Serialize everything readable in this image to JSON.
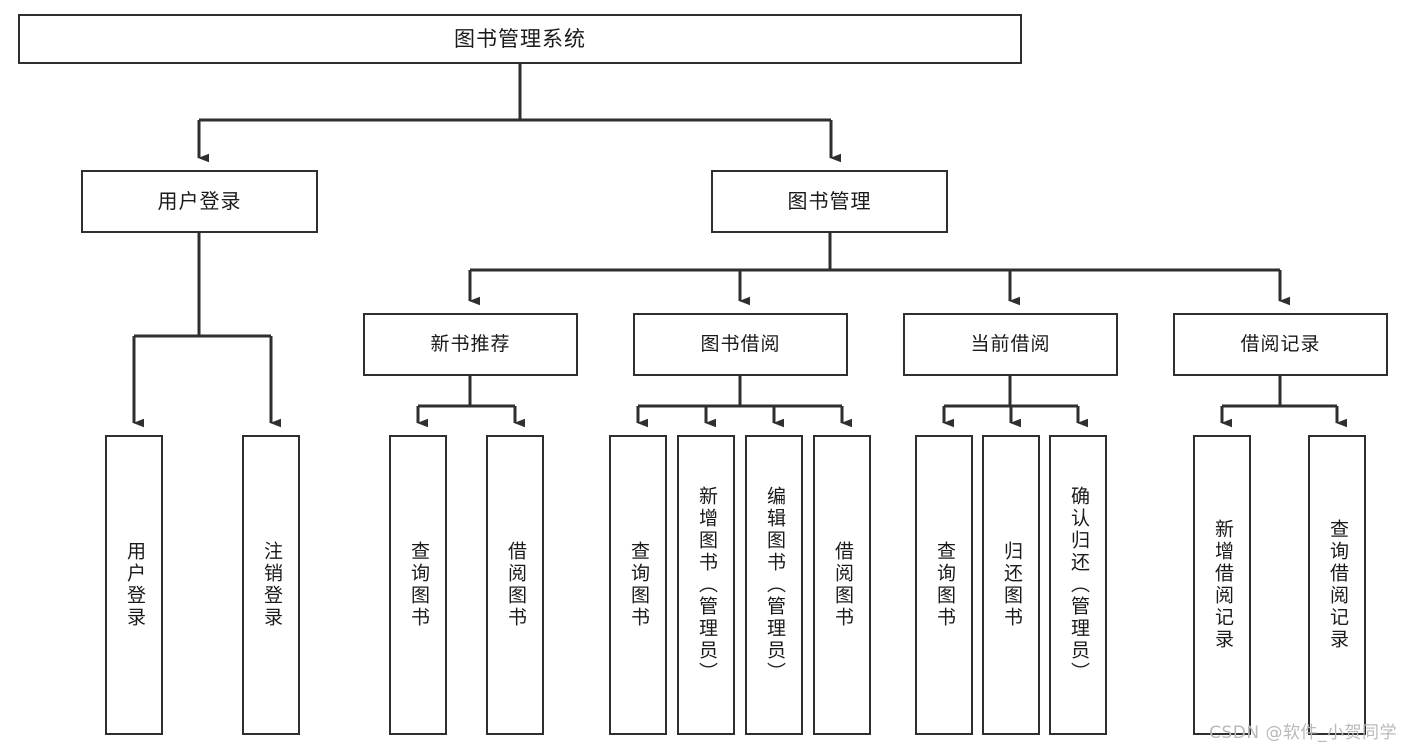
{
  "diagram": {
    "title": "图书管理系统",
    "type": "tree",
    "orientation": "top-down",
    "style": {
      "box_fill": "#ffffff",
      "box_stroke": "#2f2f2f",
      "connector_stroke": "#2f2f2f",
      "text_color": "#1a1a1a",
      "watermark_color": "#b9b9b9",
      "background": "#ffffff"
    },
    "nodes": {
      "root": {
        "label": "图书管理系统",
        "level": 1
      },
      "user_login": {
        "label": "用户登录",
        "level": 2
      },
      "book_manage": {
        "label": "图书管理",
        "level": 2
      },
      "new_book_rec": {
        "label": "新书推荐",
        "level": 3
      },
      "book_borrow": {
        "label": "图书借阅",
        "level": 3
      },
      "current_borrow": {
        "label": "当前借阅",
        "level": 3
      },
      "borrow_record": {
        "label": "借阅记录",
        "level": 3
      },
      "leaf_user_login": {
        "label": "用户登录",
        "level": 4
      },
      "leaf_logout_login": {
        "label": "注销登录",
        "level": 4
      },
      "leaf_query_book_1": {
        "label": "查询图书",
        "level": 4
      },
      "leaf_borrow_book_1": {
        "label": "借阅图书",
        "level": 4
      },
      "leaf_query_book_2": {
        "label": "查询图书",
        "level": 4
      },
      "leaf_add_book": {
        "label": "新增图书（管理员）",
        "level": 4
      },
      "leaf_edit_book": {
        "label": "编辑图书（管理员）",
        "level": 4
      },
      "leaf_borrow_book_2": {
        "label": "借阅图书",
        "level": 4
      },
      "leaf_query_book_3": {
        "label": "查询图书",
        "level": 4
      },
      "leaf_return_book": {
        "label": "归还图书",
        "level": 4
      },
      "leaf_confirm_return": {
        "label": "确认归还（管理员）",
        "level": 4
      },
      "leaf_add_record": {
        "label": "新增借阅记录",
        "level": 4
      },
      "leaf_query_record": {
        "label": "查询借阅记录",
        "level": 4
      }
    },
    "edges": [
      {
        "from": "root",
        "to": "user_login"
      },
      {
        "from": "root",
        "to": "book_manage"
      },
      {
        "from": "user_login",
        "to": "leaf_user_login"
      },
      {
        "from": "user_login",
        "to": "leaf_logout_login"
      },
      {
        "from": "book_manage",
        "to": "new_book_rec"
      },
      {
        "from": "book_manage",
        "to": "book_borrow"
      },
      {
        "from": "book_manage",
        "to": "current_borrow"
      },
      {
        "from": "book_manage",
        "to": "borrow_record"
      },
      {
        "from": "new_book_rec",
        "to": "leaf_query_book_1"
      },
      {
        "from": "new_book_rec",
        "to": "leaf_borrow_book_1"
      },
      {
        "from": "book_borrow",
        "to": "leaf_query_book_2"
      },
      {
        "from": "book_borrow",
        "to": "leaf_add_book"
      },
      {
        "from": "book_borrow",
        "to": "leaf_edit_book"
      },
      {
        "from": "book_borrow",
        "to": "leaf_borrow_book_2"
      },
      {
        "from": "current_borrow",
        "to": "leaf_query_book_3"
      },
      {
        "from": "current_borrow",
        "to": "leaf_return_book"
      },
      {
        "from": "current_borrow",
        "to": "leaf_confirm_return"
      },
      {
        "from": "borrow_record",
        "to": "leaf_add_record"
      },
      {
        "from": "borrow_record",
        "to": "leaf_query_record"
      }
    ]
  },
  "watermark": {
    "text": "CSDN @软件_小贺同学"
  }
}
